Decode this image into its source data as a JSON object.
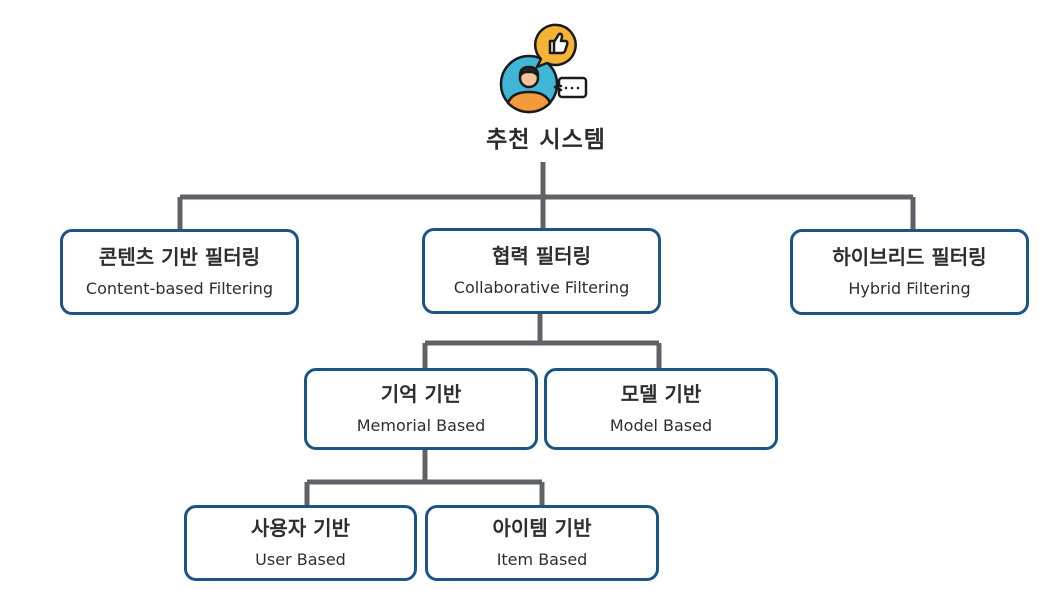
{
  "root": {
    "title": "추천 시스템",
    "icon": "user-thumbs-up-chat-icon"
  },
  "nodes": {
    "content_based": {
      "ko": "콘텐츠 기반 필터링",
      "en": "Content-based Filtering"
    },
    "collaborative": {
      "ko": "협력 필터링",
      "en": "Collaborative Filtering"
    },
    "hybrid": {
      "ko": "하이브리드 필터링",
      "en": "Hybrid Filtering"
    },
    "memory_based": {
      "ko": "기억 기반",
      "en": "Memorial Based"
    },
    "model_based": {
      "ko": "모델 기반",
      "en": "Model Based"
    },
    "user_based": {
      "ko": "사용자 기반",
      "en": "User Based"
    },
    "item_based": {
      "ko": "아이템 기반",
      "en": "Item Based"
    }
  },
  "colors": {
    "node_border": "#1c5585",
    "connector": "#5f6368",
    "icon_bubble_yellow": "#f5b335",
    "icon_circle_blue": "#40b5d6",
    "icon_face": "#f6c49a",
    "icon_shirt": "#f39a3d"
  }
}
